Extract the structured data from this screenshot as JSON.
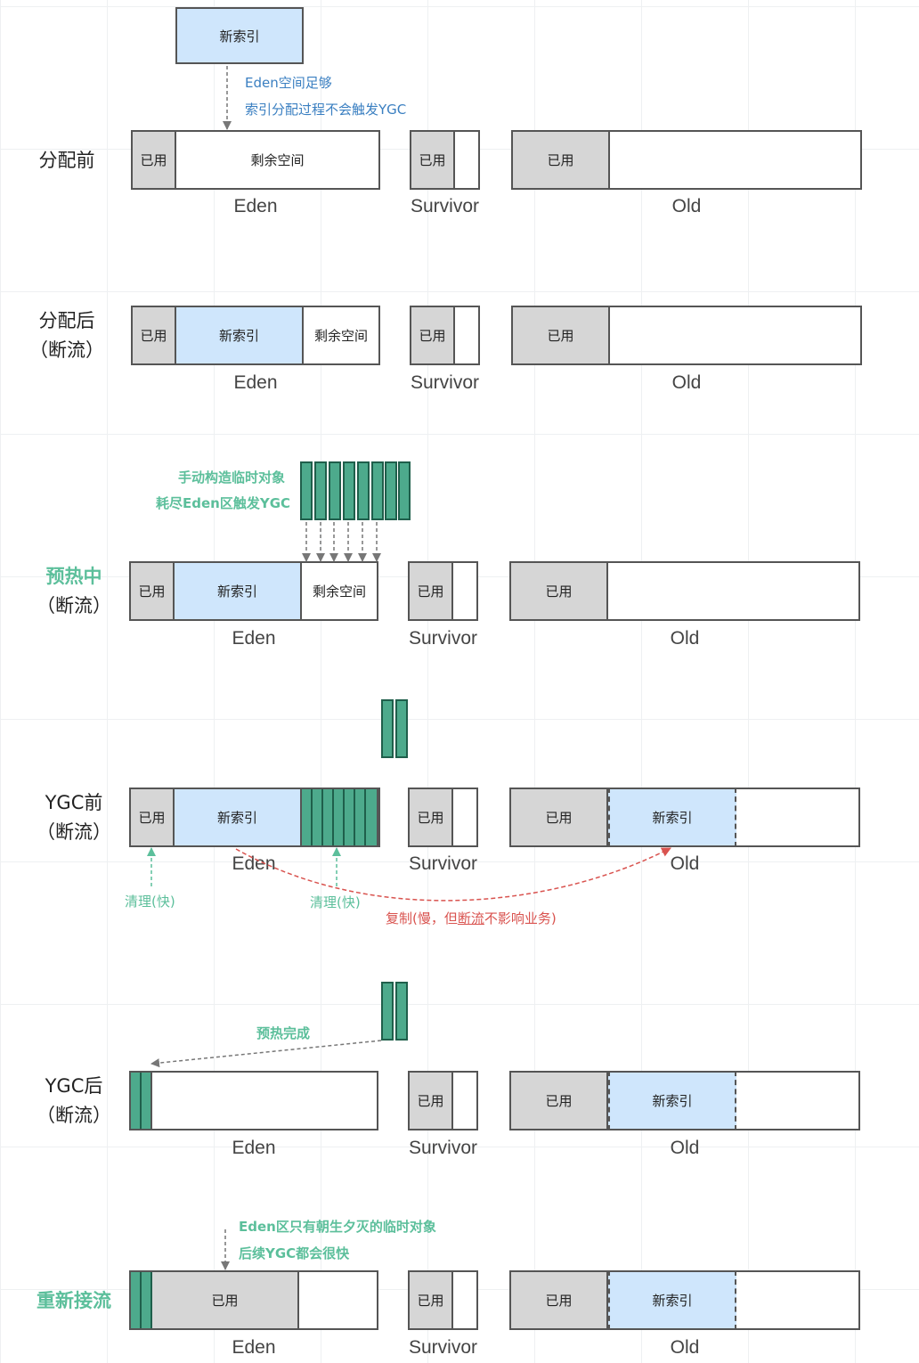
{
  "labels": {
    "used": "已用",
    "new_index": "新索引",
    "free_space": "剩余空间"
  },
  "regions": {
    "eden": "Eden",
    "survivor": "Survivor",
    "old": "Old"
  },
  "rows": {
    "row1": {
      "line1": "分配前"
    },
    "row2": {
      "line1": "分配后",
      "line2": "（断流）"
    },
    "row3": {
      "line1": "预热中",
      "line2": "（断流）"
    },
    "row4": {
      "line1": "YGC前",
      "line2": "（断流）"
    },
    "row5": {
      "line1": "YGC后",
      "line2": "（断流）"
    },
    "row6": {
      "line1": "重新接流"
    }
  },
  "notes": {
    "top_box": "新索引",
    "eden_enough_1": "Eden空间足够",
    "eden_enough_2": "索引分配过程不会触发YGC",
    "manual_1": "手动构造临时对象",
    "manual_2": "耗尽Eden区触发YGC",
    "clean_fast": "清理(快)",
    "copy_pre": "复制(慢，但",
    "copy_mid": "断流",
    "copy_post": "不影响业务)",
    "warm_done": "预热完成",
    "eden_only_1": "Eden区只有朝生夕灭的临时对象",
    "eden_only_2": "后续YGC都会很快"
  },
  "colors": {
    "used_gray": "#d6d6d6",
    "index_blue": "#cfe6fc",
    "temp_green": "#4daa8c",
    "note_blue": "#3a7fc1",
    "note_green": "#5cbf9b",
    "note_red": "#d9534f"
  }
}
